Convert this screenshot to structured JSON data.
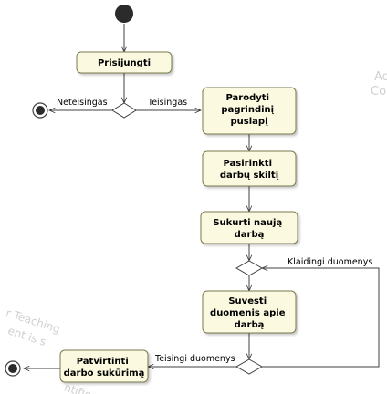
{
  "watermark": {
    "right": [
      "Ac",
      "Co"
    ],
    "left": [
      "r Teaching",
      "ent is s",
      "ntifies"
    ]
  },
  "actions": {
    "login": "Prisijungti",
    "show_main_page": [
      "Parodyti",
      "pagrindinį",
      "puslapį"
    ],
    "select_jobs_section": [
      "Pasirinkti",
      "darbų skiltį"
    ],
    "create_new_job": [
      "Sukurti naują",
      "darbą"
    ],
    "enter_job_data": [
      "Suvesti",
      "duomenis apie",
      "darbą"
    ],
    "confirm_job_creation": [
      "Patvirtinti",
      "darbo sukūrimą"
    ]
  },
  "guards": {
    "incorrect": "Neteisingas",
    "correct": "Teisingas",
    "invalid_data": "Klaidingi duomenys",
    "valid_data": "Teisingi duomenys"
  },
  "colors": {
    "action_fill": "#fbf9e0",
    "action_stroke": "#7a7a50",
    "line": "#404040",
    "initial_node": "#2b2b2b"
  }
}
